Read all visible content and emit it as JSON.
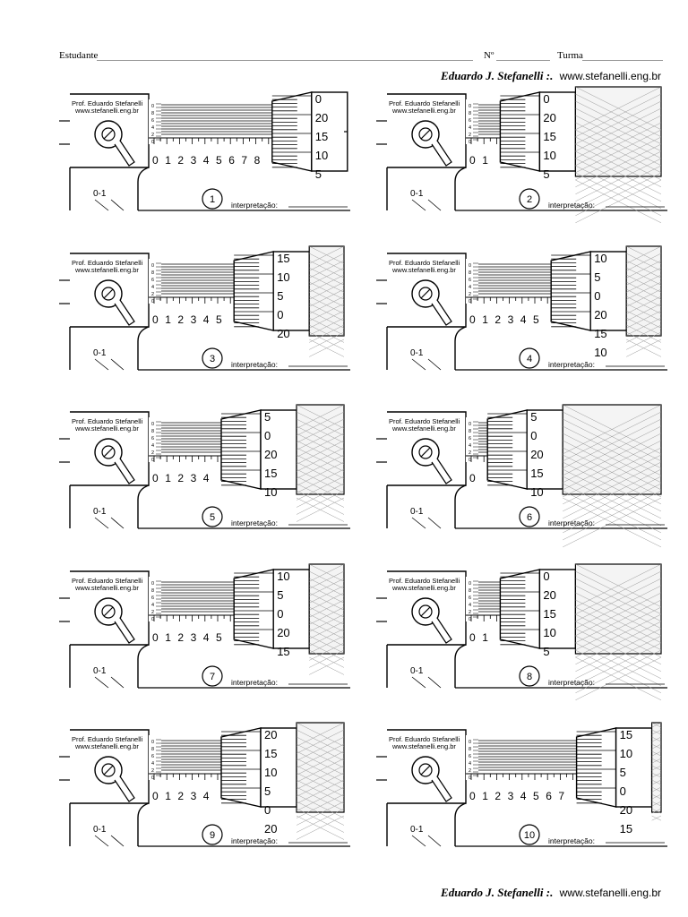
{
  "header": {
    "student_label": "Estudante",
    "number_label": "Nº",
    "class_label": "Turma"
  },
  "credit": {
    "signature": "Eduardo J. Stefanelli :.",
    "url": "www.stefanelli.eng.br"
  },
  "common": {
    "frame_line1": "Prof. Eduardo Stefanelli",
    "frame_line2": "www.stefanelli.eng.br",
    "range_label": "0-1",
    "interpretation_label": "interpretação:"
  },
  "exercises": [
    {
      "number": "1",
      "sleeve_labels": [
        "0",
        "1",
        "2",
        "3",
        "4",
        "5",
        "6",
        "7",
        "8"
      ],
      "thimble_labels": [
        "0",
        "20",
        "15",
        "10",
        "5"
      ],
      "knurl": false
    },
    {
      "number": "2",
      "sleeve_labels": [
        "0",
        "1"
      ],
      "thimble_labels": [
        "0",
        "20",
        "15",
        "10",
        "5"
      ],
      "knurl": true
    },
    {
      "number": "3",
      "sleeve_labels": [
        "0",
        "1",
        "2",
        "3",
        "4",
        "5"
      ],
      "thimble_labels": [
        "15",
        "10",
        "5",
        "0",
        "20"
      ],
      "knurl": true
    },
    {
      "number": "4",
      "sleeve_labels": [
        "0",
        "1",
        "2",
        "3",
        "4",
        "5"
      ],
      "thimble_labels": [
        "10",
        "5",
        "0",
        "20",
        "15",
        "10"
      ],
      "knurl": true
    },
    {
      "number": "5",
      "sleeve_labels": [
        "0",
        "1",
        "2",
        "3",
        "4"
      ],
      "thimble_labels": [
        "5",
        "0",
        "20",
        "15",
        "10"
      ],
      "knurl": true
    },
    {
      "number": "6",
      "sleeve_labels": [
        "0"
      ],
      "thimble_labels": [
        "5",
        "0",
        "20",
        "15",
        "10"
      ],
      "knurl": true
    },
    {
      "number": "7",
      "sleeve_labels": [
        "0",
        "1",
        "2",
        "3",
        "4",
        "5"
      ],
      "thimble_labels": [
        "10",
        "5",
        "0",
        "20",
        "15"
      ],
      "knurl": true
    },
    {
      "number": "8",
      "sleeve_labels": [
        "0",
        "1"
      ],
      "thimble_labels": [
        "0",
        "20",
        "15",
        "10",
        "5"
      ],
      "knurl": true
    },
    {
      "number": "9",
      "sleeve_labels": [
        "0",
        "1",
        "2",
        "3",
        "4"
      ],
      "thimble_labels": [
        "20",
        "15",
        "10",
        "5",
        "0",
        "20"
      ],
      "knurl": true
    },
    {
      "number": "10",
      "sleeve_labels": [
        "0",
        "1",
        "2",
        "3",
        "4",
        "5",
        "6",
        "7"
      ],
      "thimble_labels": [
        "15",
        "10",
        "5",
        "0",
        "20",
        "15"
      ],
      "knurl": true
    }
  ]
}
